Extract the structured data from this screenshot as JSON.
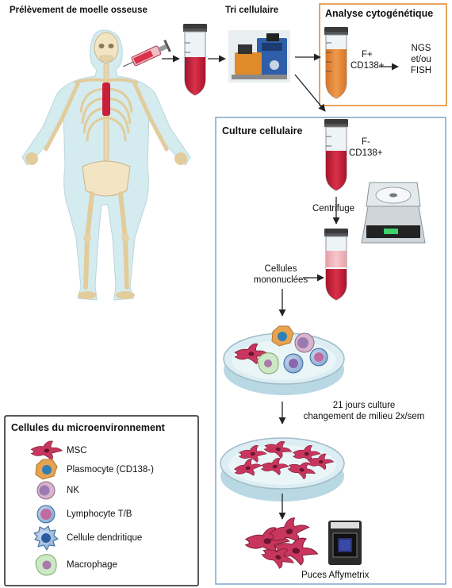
{
  "headers": {
    "sampling": "Prélèvement de moelle osseuse",
    "sorting": "Tri cellulaire",
    "cytogenetic": "Analyse cytogénétique",
    "culture": "Culture cellulaire"
  },
  "cytogenetic_box": {
    "fraction_line1": "F+",
    "fraction_line2": "CD138+",
    "analysis_line1": "NGS",
    "analysis_line2": "et/ou",
    "analysis_line3": "FISH"
  },
  "culture_box": {
    "fraction_line1": "F-",
    "fraction_line2": "CD138+",
    "centrifuge": "Centrifuge",
    "mononuclear_line1": "Cellules",
    "mononuclear_line2": "mononuclées",
    "culture_line1": "21 jours culture",
    "culture_line2": "changement de milieu 2x/sem",
    "chip": "Puces Affymetrix"
  },
  "legend": {
    "title": "Cellules du microenvironnement",
    "items": [
      {
        "label": "MSC",
        "icon": "msc-icon"
      },
      {
        "label": "Plasmocyte (CD138-)",
        "icon": "plasmocyte-icon"
      },
      {
        "label": "NK",
        "icon": "nk-cell-icon"
      },
      {
        "label": "Lymphocyte T/B",
        "icon": "lymphocyte-icon"
      },
      {
        "label": "Cellule dendritique",
        "icon": "dendritic-cell-icon"
      },
      {
        "label": "Macrophage",
        "icon": "macrophage-icon"
      }
    ]
  },
  "colors": {
    "orange_border": "#e8a35a",
    "blue_border": "#7fa6c8",
    "blood_red": "#c8203a",
    "orange_tube": "#e8893a",
    "msc_pink": "#c8365e",
    "dish_blue": "#cfe6ee",
    "bone": "#f3e4c4",
    "body": "#d4ecef"
  }
}
